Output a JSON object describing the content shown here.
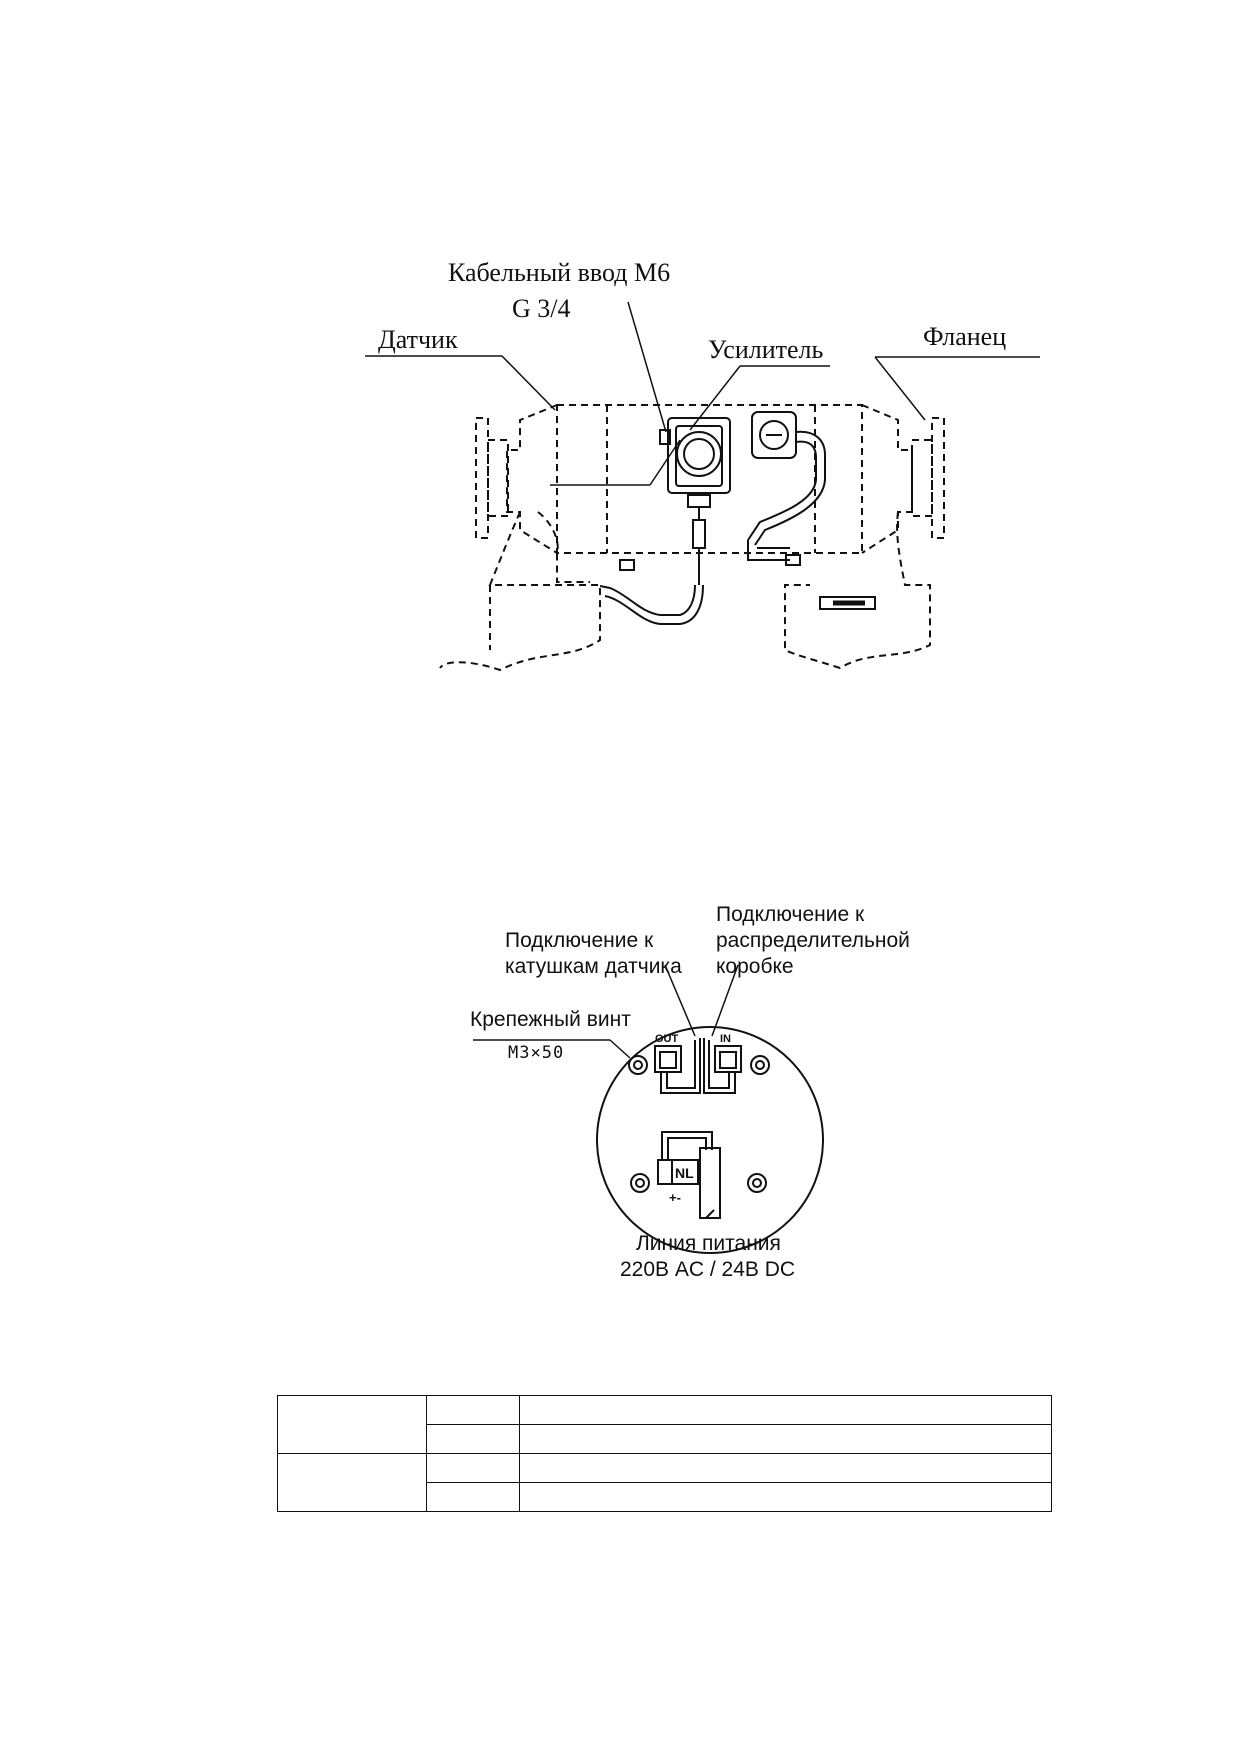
{
  "figure1": {
    "cable_entry": "Кабельный ввод M6",
    "thread": "G 3/4",
    "sensor": "Датчик",
    "amplifier": "Усилитель",
    "flange": "Фланец"
  },
  "figure2": {
    "coils_connection_line1": "Подключение к",
    "coils_connection_line2": "катушкам датчика",
    "box_connection_line1": "Подключение к",
    "box_connection_line2": "распределительной",
    "box_connection_line3": "коробке",
    "screw_label": "Крепежный винт",
    "screw_size": "M3×50",
    "terminal_out": "OUT",
    "terminal_in": "IN",
    "terminal_nl": "NL",
    "polarity": "+-",
    "power_line1": "Линия питания",
    "power_line2": "220В AC / 24В DC"
  },
  "table": {
    "rows": [
      [
        "",
        "",
        ""
      ],
      [
        "",
        "",
        ""
      ],
      [
        "",
        "",
        ""
      ],
      [
        "",
        "",
        ""
      ]
    ]
  }
}
